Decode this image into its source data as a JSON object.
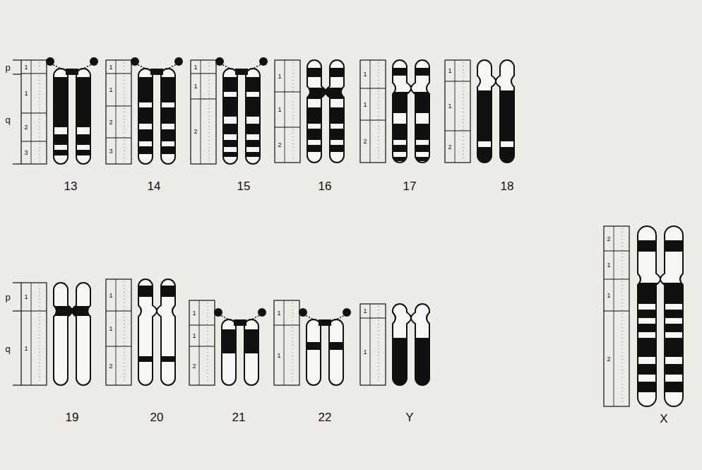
{
  "diagram": {
    "labels": [
      "p",
      "q",
      "1",
      "1",
      "2",
      "3",
      "13",
      "1",
      "1",
      "2",
      "3",
      "14",
      "1",
      "1",
      "2",
      "15",
      "1",
      "1",
      "2",
      "16",
      "1",
      "1",
      "2",
      "17",
      "1",
      "1",
      "2",
      "18",
      "p",
      "q",
      "1",
      "1",
      "19",
      "1",
      "1",
      "2",
      "20",
      "1",
      "1",
      "2",
      "21",
      "1",
      "1",
      "22",
      "1",
      "1",
      "Y",
      "2",
      "1",
      "1",
      "2",
      "X"
    ]
  }
}
